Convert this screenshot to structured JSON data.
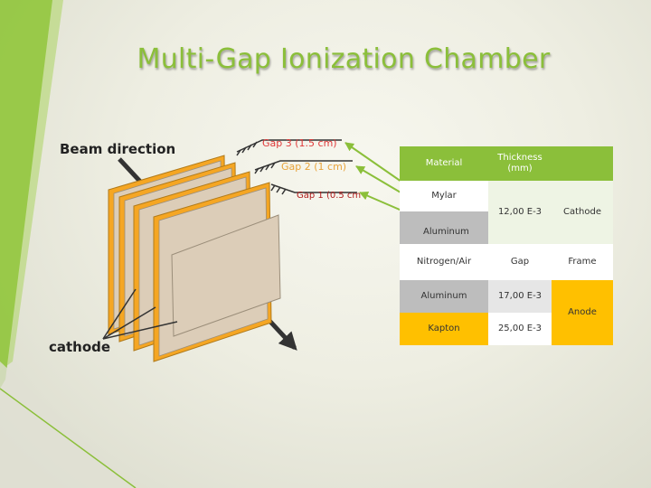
{
  "title": "Multi-Gap Ionization Chamber",
  "labels": {
    "beam_direction": "Beam direction",
    "cathode": "cathode",
    "gap3": "Gap 3 (1.5 cm)",
    "gap2": "Gap 2 (1 cm)",
    "gap1": "Gap 1 (0.5 cm"
  },
  "table": {
    "header_material": "Material",
    "header_thickness": "Thickness\n(mm)",
    "mylar": "Mylar",
    "aluminum_hidden": "Aluminum",
    "mylar_thickness": "12,00 E-3",
    "cathode": "Cathode",
    "nitrogen": "Nitrogen/Air",
    "gap": "Gap",
    "frame": "Frame",
    "aluminum": "Aluminum",
    "aluminum_thickness": "17,00 E-3",
    "anode": "Anode",
    "kapton": "Kapton",
    "kapton_thickness": "25,00 E-3"
  },
  "colors": {
    "accent_green": "#8bbf3a",
    "gap3": "#e03a3a",
    "gap2": "#e8a33a",
    "gap1": "#b01c1c",
    "plate_orange": "#f5a623",
    "plate_face": "#dccdb8",
    "table_yellow": "#ffc000"
  }
}
